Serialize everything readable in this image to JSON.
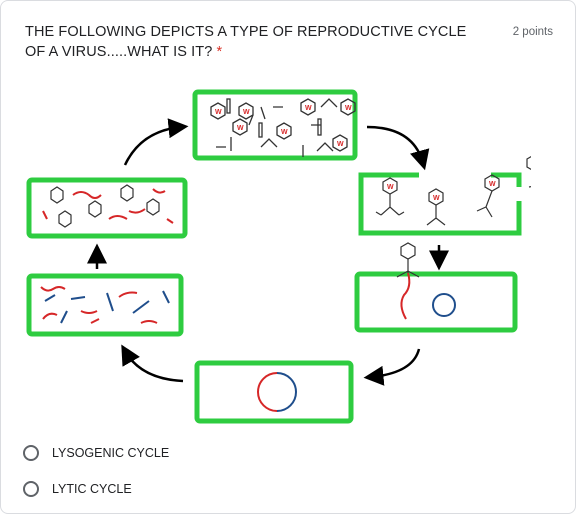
{
  "question": {
    "text": "THE FOLLOWING DEPICTS A TYPE OF REPRODUCTIVE CYCLE OF A VIRUS.....WHAT IS IT?",
    "required_mark": "*",
    "points": "2 points"
  },
  "diagram": {
    "box_border_color": "#2ecc40",
    "dna_red": "#d62728",
    "dna_blue": "#1f4e8c",
    "arrow_color": "#000000",
    "capsid_label": "W"
  },
  "options": [
    {
      "label": "LYSOGENIC CYCLE"
    },
    {
      "label": "LYTIC CYCLE"
    }
  ]
}
